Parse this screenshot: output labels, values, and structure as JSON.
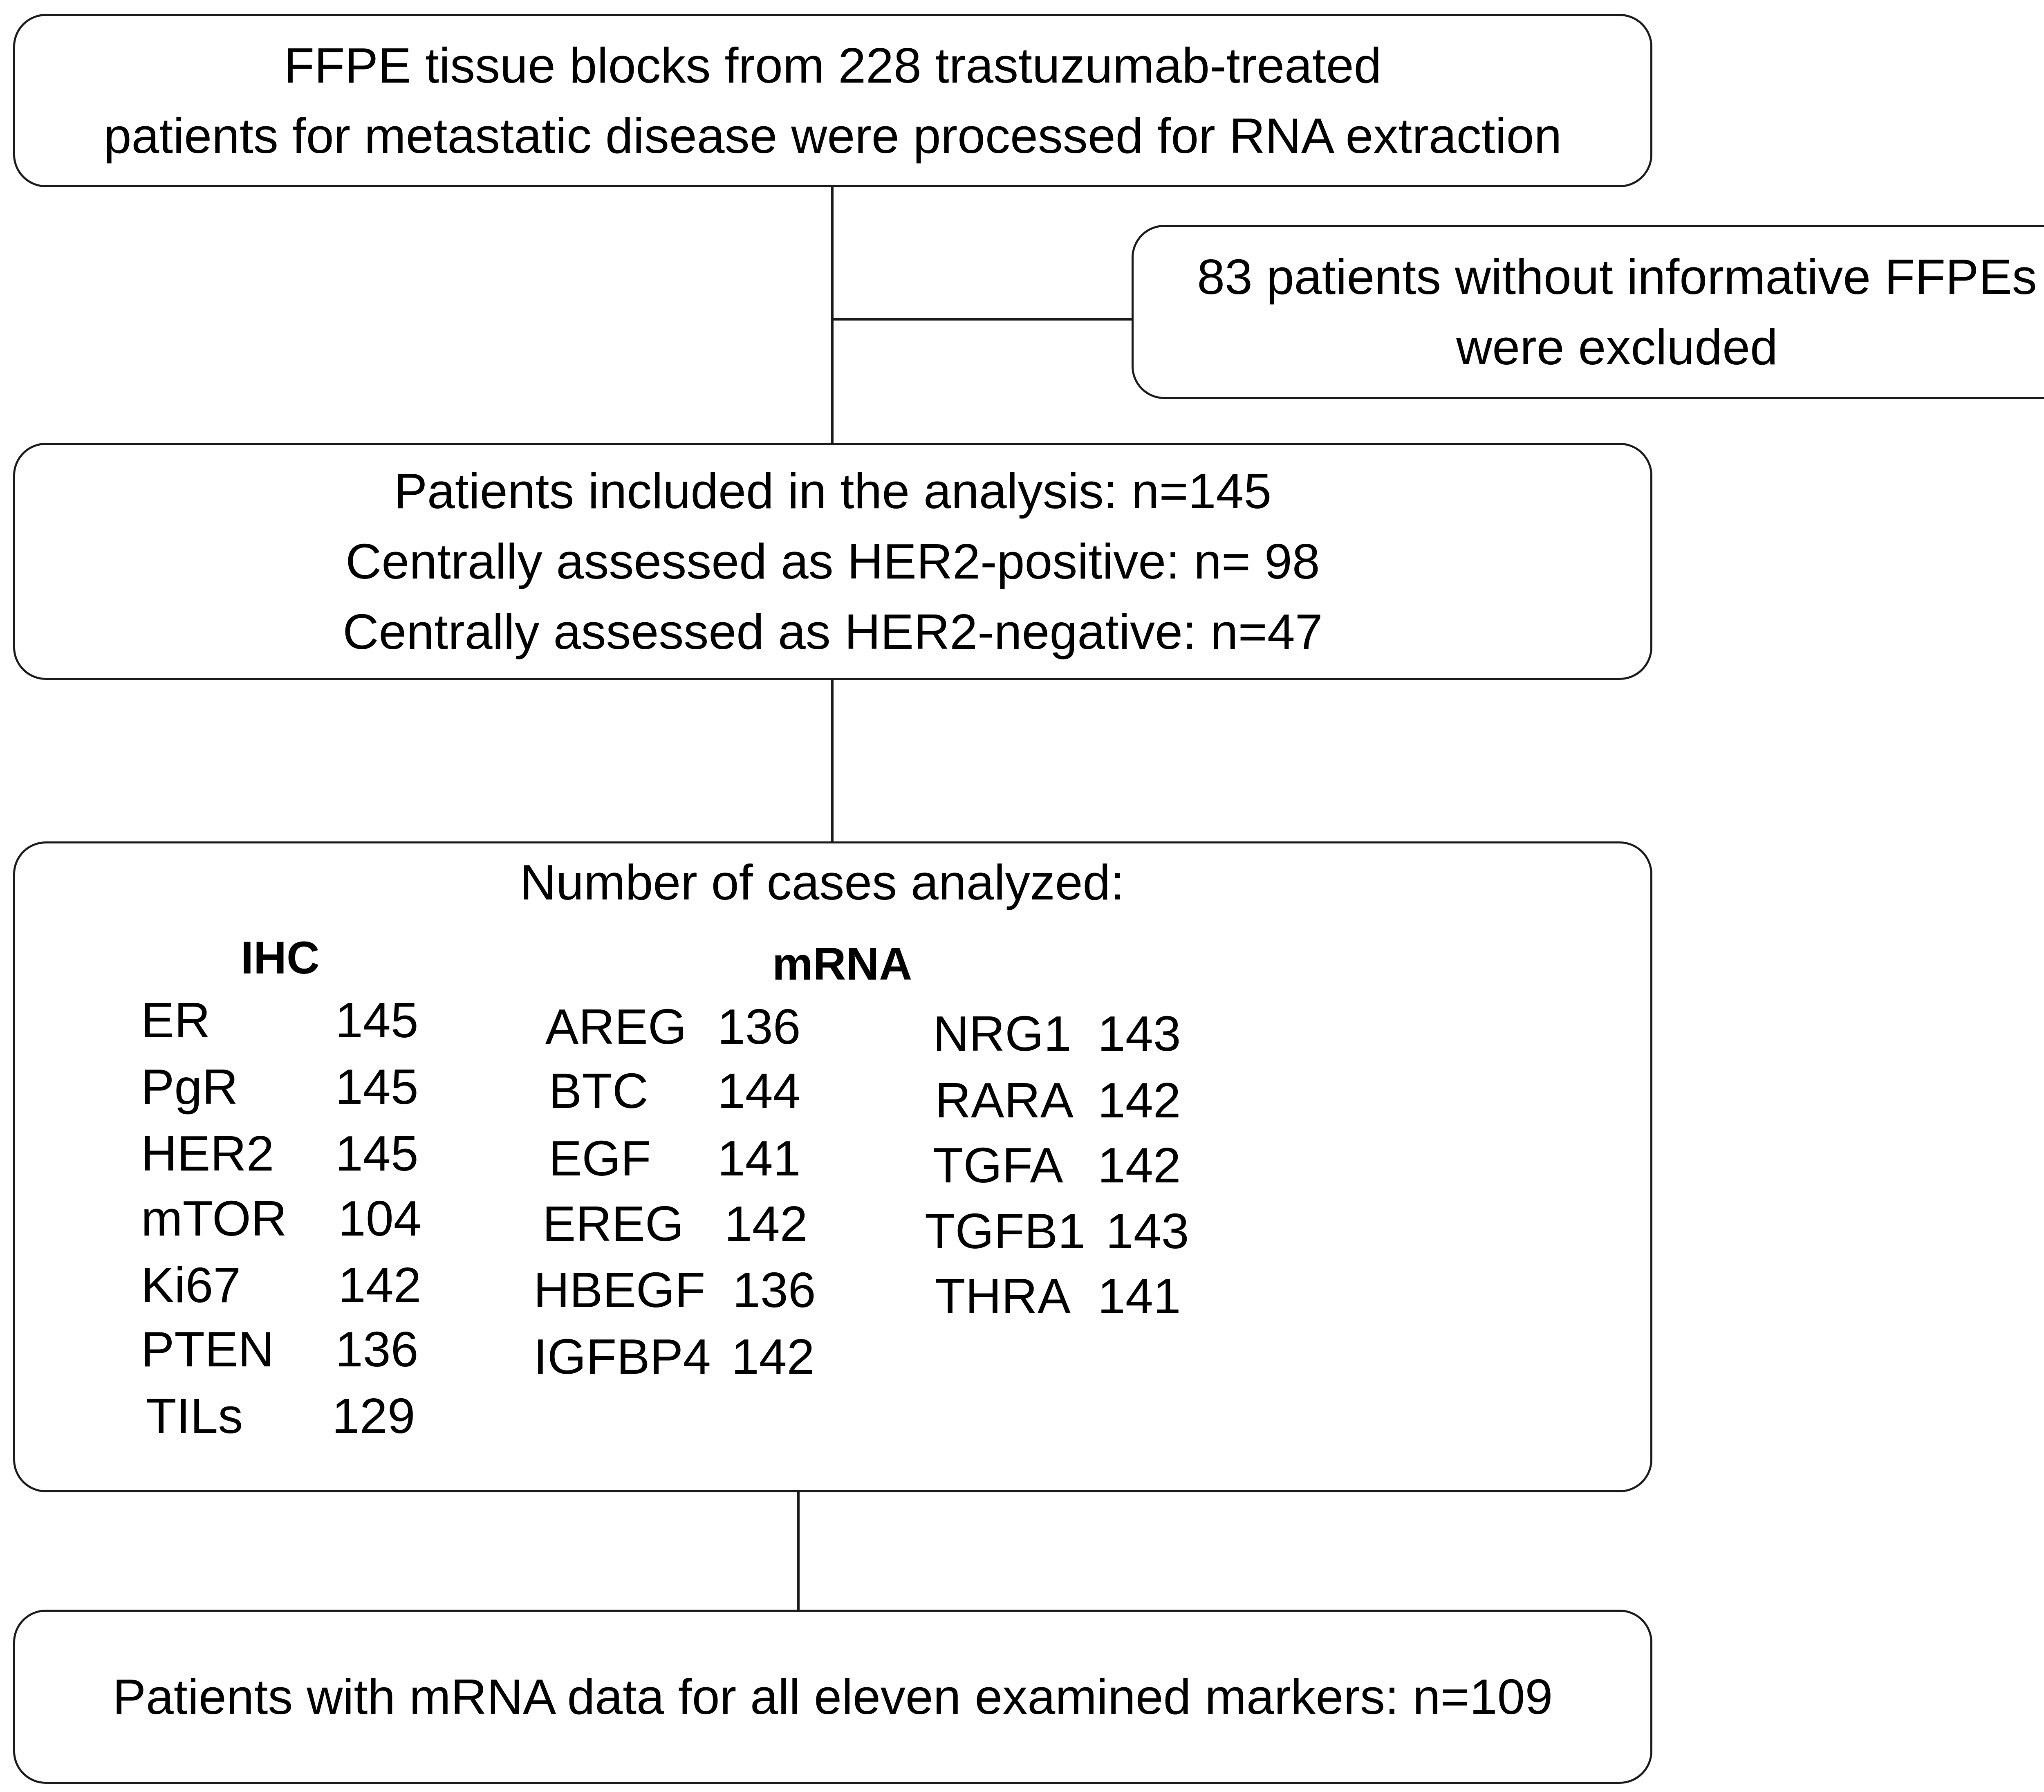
{
  "flow": {
    "start": {
      "lines": [
        "FFPE tissue blocks from 228 trastuzumab-treated",
        "patients for metastatic disease were processed for RNA extraction"
      ]
    },
    "excluded": {
      "lines": [
        "83 patients without informative FFPEs",
        "were excluded"
      ]
    },
    "included": {
      "lines": [
        "Patients included in the analysis: n=145",
        "Centrally assessed as HER2-positive: n= 98",
        "Centrally assessed as HER2-negative: n=47"
      ]
    },
    "cases": {
      "title": "Number of cases analyzed:",
      "ihc_heading": "IHC",
      "mrna_heading": "mRNA",
      "ihc": [
        {
          "marker": "ER",
          "n": "145"
        },
        {
          "marker": "PgR",
          "n": "145"
        },
        {
          "marker": "HER2",
          "n": "145"
        },
        {
          "marker": "mTOR",
          "n": "104"
        },
        {
          "marker": "Ki67",
          "n": "142"
        },
        {
          "marker": "PTEN",
          "n": "136"
        },
        {
          "marker": "TILs",
          "n": "129"
        }
      ],
      "mrna_col1": [
        {
          "marker": "AREG",
          "n": "136"
        },
        {
          "marker": "BTC",
          "n": "144"
        },
        {
          "marker": "EGF",
          "n": "141"
        },
        {
          "marker": "EREG",
          "n": "142"
        },
        {
          "marker": "HBEGF",
          "n": "136"
        },
        {
          "marker": "IGFBP4",
          "n": "142"
        }
      ],
      "mrna_col2": [
        {
          "marker": "NRG1",
          "n": "143"
        },
        {
          "marker": "RARA",
          "n": "142"
        },
        {
          "marker": "TGFA",
          "n": "142"
        },
        {
          "marker": "TGFB1",
          "n": "143"
        },
        {
          "marker": "THRA",
          "n": "141"
        }
      ]
    },
    "final": {
      "lines": [
        "Patients with mRNA data for all eleven examined markers: n=109"
      ]
    }
  }
}
